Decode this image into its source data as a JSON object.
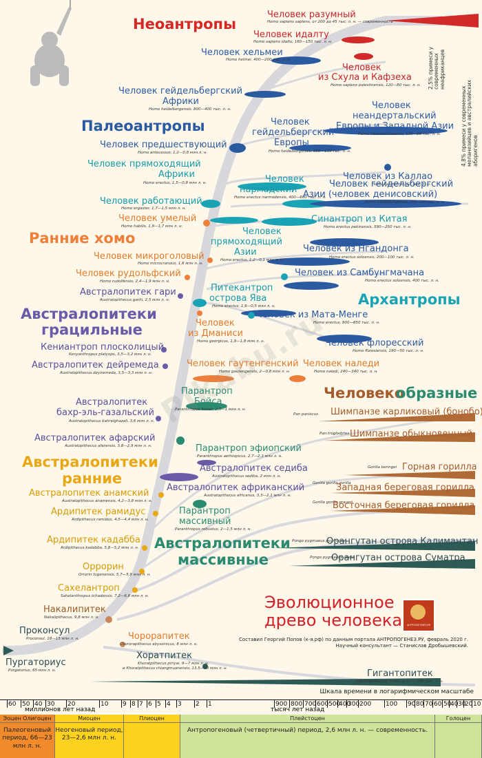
{
  "groups": {
    "neo": "Неоантропы",
    "paleo": "Палеоантропы",
    "early": "Ранние хомо",
    "grac1": "Австралопитеки",
    "grac2": "грацильные",
    "arch": "Архантропы",
    "ape1": "Человеко",
    "ape2": "образные",
    "aearly1": "Австралопитеки",
    "aearly2": "ранние",
    "rob1": "Австралопитеки",
    "rob2": "массивные"
  },
  "species": [
    {
      "key": "sapiens",
      "name": "Человек разумный",
      "lat": "Homo sapiens sapiens, от 200 до 45 тыс. л. н. — современность"
    },
    {
      "key": "idaltu",
      "name": "Человек идалту",
      "lat": "Homo sapiens idaltu, 160—150 тыс. л. н."
    },
    {
      "key": "helmei",
      "name": "Человек хельмеи",
      "lat": "Homo helmei, 400—200 тыс. л. н."
    },
    {
      "key": "skhul1",
      "name": "Человек",
      "lat": ""
    },
    {
      "key": "skhul2",
      "name": "из Схула и Кафзеха",
      "lat": "Homo sapiens palestinensis, 120—80 тыс. л. н."
    },
    {
      "key": "heidAf1",
      "name": "Человек гейдельбергский",
      "lat": ""
    },
    {
      "key": "heidAf2",
      "name": "Африки",
      "lat": "Homo heidelbergensis, 800—400 тыс. л. н."
    },
    {
      "key": "neand1",
      "name": "Человек",
      "lat": ""
    },
    {
      "key": "neand2",
      "name": "неандертальский",
      "lat": ""
    },
    {
      "key": "neand3",
      "name": "Европы и Западной Азии",
      "lat": "Homo neanderthalensis, 130—28 тыс. л. н."
    },
    {
      "key": "heidEu1",
      "name": "Человек",
      "lat": ""
    },
    {
      "key": "heidEu2",
      "name": "гейдельбергский",
      "lat": ""
    },
    {
      "key": "heidEu3",
      "name": "Европы",
      "lat": "Homo heidelbergensis, 800—130 тыс. л. н."
    },
    {
      "key": "antec",
      "name": "Человек предшествующий",
      "lat": "Homo antecessor, 1,2—0,8 млн л. н."
    },
    {
      "key": "luzon",
      "name": "Человек из Каллао",
      "lat": "Homo luzonensis, 67 тыс. л. н."
    },
    {
      "key": "erAf1",
      "name": "Человек прямоходящий",
      "lat": ""
    },
    {
      "key": "erAf2",
      "name": "Африки",
      "lat": "Homo erectus, 1,5—0,8 млн л. н."
    },
    {
      "key": "narm1",
      "name": "Человек",
      "lat": ""
    },
    {
      "key": "narm2",
      "name": "нармадский",
      "lat": "Homo erectus narmadensis, 400—600 тыс. л. н."
    },
    {
      "key": "denis1",
      "name": "Человек гейдельбергский",
      "lat": ""
    },
    {
      "key": "denis2",
      "name": "Азии (человек денисовский)",
      "lat": "Homo heidelbergensis, 250—30 тыс. л. н."
    },
    {
      "key": "ergaster",
      "name": "Человек работающий",
      "lat": "Homo ergaster, 1,7—1,5 млн л. н."
    },
    {
      "key": "habilis",
      "name": "Человек умелый",
      "lat": "Homo habilis, 1,9—1,7 млн л. н."
    },
    {
      "key": "sinan",
      "name": "Синантроп из Китая",
      "lat": "Homo erectus pekinensis, 590—250 тыс. л. н."
    },
    {
      "key": "erAs1",
      "name": "Человек",
      "lat": ""
    },
    {
      "key": "erAs2",
      "name": "прямоходящий",
      "lat": ""
    },
    {
      "key": "erAs3",
      "name": "Азии",
      "lat": "Homo erectus, 1,2—0,1 млн л. н."
    },
    {
      "key": "ngand",
      "name": "Человек из Нгандонга",
      "lat": "Homo erectus soloensis, 200—100 тыс. л. н."
    },
    {
      "key": "micro",
      "name": "Человек микроголовый",
      "lat": "Homo microcranous, 1,6 млн л. н."
    },
    {
      "key": "rudolf",
      "name": "Человек рудольфский",
      "lat": "Homo rudolfensis, 2,4—1,9 млн л. н."
    },
    {
      "key": "sambu",
      "name": "Человек из Самбунгмачана",
      "lat": "Homo erectus soloensis, 400 тыс. л. н."
    },
    {
      "key": "garhi",
      "name": "Австралопитек гари",
      "lat": "Australopithecus garhi, 2,5 млн л. н."
    },
    {
      "key": "java1",
      "name": "Питекантроп",
      "lat": ""
    },
    {
      "key": "java2",
      "name": "острова Ява",
      "lat": "Homo erectus, 1,6—0,5 млн л. н."
    },
    {
      "key": "flores1",
      "name": "Человек из Мата-Менге",
      "lat": "Homo erectus, 800—650 тыс. л. н."
    },
    {
      "key": "dman1",
      "name": "Человек",
      "lat": ""
    },
    {
      "key": "dman2",
      "name": "из Дманиси",
      "lat": "Homo georgicus, 1,9—1,8 млн л. н."
    },
    {
      "key": "flores2",
      "name": "Человек флоресский",
      "lat": "Homo floresiensis, 190—50 тыс. л. н."
    },
    {
      "key": "kenya",
      "name": "Кениантроп плосколицый",
      "lat": "Kenyanthropus platyops, 3,5—3,2 млн л. н."
    },
    {
      "key": "deyr",
      "name": "Австралопитек дейремеда",
      "lat": "Australopithecus deyiremeda, 3,5—3,3 млн л. н."
    },
    {
      "key": "gaut",
      "name": "Человек гаутенгенский",
      "lat": "Homo gautengensis, 2—0,8 млн л. н."
    },
    {
      "key": "naledi",
      "name": "Человек наледи",
      "lat": "Homo naledi, 240—340 тыс. л. н."
    },
    {
      "key": "boisei1",
      "name": "Парантроп",
      "lat": ""
    },
    {
      "key": "boisei2",
      "name": "Бойса",
      "lat": "Paranthropus boisei, 2,5—1 млн л. н."
    },
    {
      "key": "bahr1",
      "name": "Австралопитек",
      "lat": ""
    },
    {
      "key": "bahr2",
      "name": "бахр-эль-газальский",
      "lat": "Australopithecus bahrelghazali, 3,6 млн л. н."
    },
    {
      "key": "afar",
      "name": "Австралопитек афарский",
      "lat": "Australopithecus afarensis, 3,8—2,9 млн л. н."
    },
    {
      "key": "aeth",
      "name": "Парантроп эфиопский",
      "lat": "Paranthropus aethiopicus, 2,7—2,3 млн л. н."
    },
    {
      "key": "sediba",
      "name": "Австралопитек седиба",
      "lat": "Australopithecus sediba, 2 млн л. н."
    },
    {
      "key": "africanus",
      "name": "Австралопитек африканский",
      "lat": "Australopithecus africanus, 3,3—2,1 млн л. н."
    },
    {
      "key": "anam",
      "name": "Австралопитек анамский",
      "lat": "Australopithecus anamensis, 4,2—3,8 млн л. н."
    },
    {
      "key": "ramid",
      "name": "Ардипитек рамидус",
      "lat": "Ardipithecus ramidus, 4,5—4,4 млн л. н."
    },
    {
      "key": "robust1",
      "name": "Парантроп",
      "lat": ""
    },
    {
      "key": "robust2",
      "name": "массивный",
      "lat": "Paranthropus robustus, 2—1,5 млн л. н."
    },
    {
      "key": "kadab",
      "name": "Ардипитек кадабба",
      "lat": "Ardipithecus kadabba, 5,8—5,2 млн л. н."
    },
    {
      "key": "orror",
      "name": "Оррорин",
      "lat": "Orrorin tugenensis, 5,7—5,9 млн л. н."
    },
    {
      "key": "sahel",
      "name": "Сахелантроп",
      "lat": "Sahelanthropus tchadensis, 7,2—6,8 млн л. н."
    },
    {
      "key": "nakal",
      "name": "Накалипитек",
      "lat": "Nakalipithecus, 9,8 млн л. н."
    },
    {
      "key": "procon",
      "name": "Проконсул",
      "lat": "Proconsul, 18—15 млн л. н."
    },
    {
      "key": "chorora",
      "name": "Чорорапитек",
      "lat": "Chororapithecus abyssinicus, 8 млн л. н."
    },
    {
      "key": "khorat1",
      "name": "Хоратпитек",
      "lat": "Khoratpithecus piriyai, 9—7 млн л. н."
    },
    {
      "key": "khorat2",
      "name": "",
      "lat": "и Khoratpithecus chiangmuanensis, 13,5—10 млн л. н."
    },
    {
      "key": "purga",
      "name": "Пургаториус",
      "lat": "Purgatorius, 65 млн л. н."
    },
    {
      "key": "giganto",
      "name": "Гигантопитек",
      "lat": "Gigantopithecus, 9 млн л. н. — 100 тыс. л. н."
    }
  ],
  "apes": [
    {
      "key": "bonobo",
      "lat": "Pan paniscus",
      "name": "Шимпанзе карликовый (бонобо)"
    },
    {
      "key": "chimp",
      "lat": "Pan troglodytes",
      "name": "Шимпанзе обыкновенный"
    },
    {
      "key": "gorMount",
      "lat": "Gorilla beringei",
      "name": "Горная горилла"
    },
    {
      "key": "gorWest",
      "lat": "Gorilla gorilla gorilla",
      "name": "Западная береговая горилла"
    },
    {
      "key": "gorEast",
      "lat": "Gorilla gorilla graueri",
      "name": "Восточная береговая горилла"
    },
    {
      "key": "orBorneo",
      "lat": "Pongo pygmaeus pygmaeus",
      "name": "Орангутан острова Калимантан"
    },
    {
      "key": "orSumatra",
      "lat": "Pongo pygmaeus abelii",
      "name": "Орангутан острова Суматра"
    }
  ],
  "notes": {
    "neander": "2,5% примеси у современных неафриканцев",
    "denis": "4,8% примеси у современных меланезийцев и австралийских аборигенов"
  },
  "title": {
    "line1": "Эволюционное",
    "line2": "древо человека"
  },
  "logo": {
    "caption": "АНТРОПОГЕНЕЗ.РУ"
  },
  "credits": {
    "line1": "Составил Георгий Попов (к-я.рф) по данным портала АНТРОПОГЕНЕЗ.РУ, февраль 2020 г.",
    "line2": "Научный консультант — Станислав Дробышевский."
  },
  "watermark": "Pikabu.ru",
  "scale": {
    "note": "Шкала времени в логарифмическом масштабе",
    "ma_label": "миллионов лет назад",
    "ka_label": "тысяч лет назад",
    "ticks": [
      "60",
      "50",
      "40",
      "30",
      "20",
      "10",
      "9",
      "8",
      "7",
      "6",
      "5",
      "4",
      "3",
      "2",
      "1",
      "900",
      "800",
      "700",
      "600",
      "500",
      "400",
      "300",
      "200",
      "100",
      "90",
      "80",
      "70",
      "60",
      "50",
      "40",
      "30",
      "20",
      "10"
    ]
  },
  "eras": [
    {
      "hdr": "Эоцен  Олигоцен",
      "body": "Палеогеновый период, 66—23 млн л. н.",
      "color": "#f08a2a"
    },
    {
      "hdr": "Миоцен",
      "body": "Неогеновый период, 23—2,6 млн л. н.",
      "color": "#ffd21f"
    },
    {
      "hdr": "Плиоцен",
      "body": "",
      "color": "#ffd21f"
    },
    {
      "hdr": "Плейстоцен",
      "body": "Антропогеновый (четвертичный) период, 2,6 млн л. н. — современность.",
      "color": "#cfe39a"
    },
    {
      "hdr": "Голоцен",
      "body": "",
      "color": "#cfe39a"
    }
  ]
}
